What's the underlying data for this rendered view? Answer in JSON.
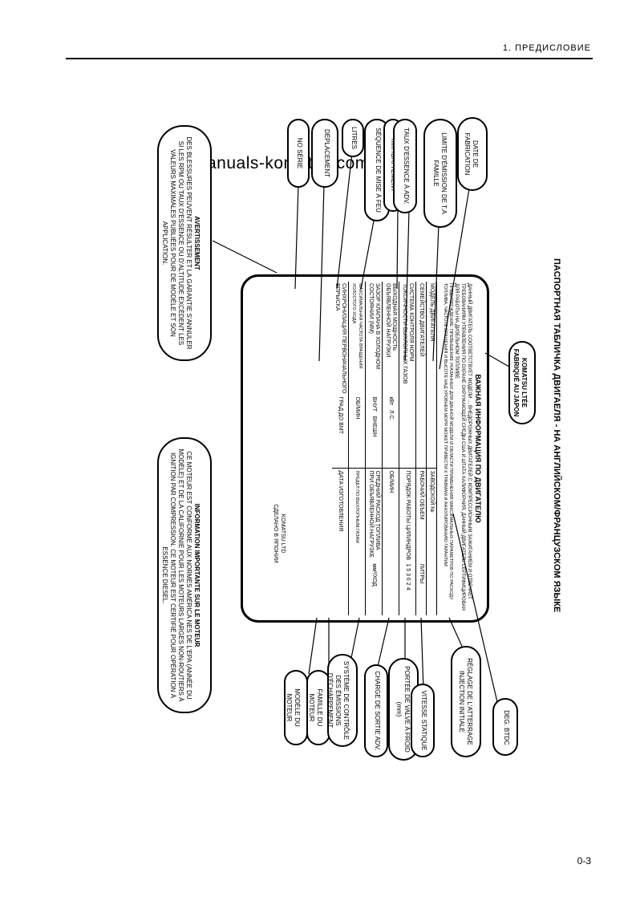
{
  "header": {
    "section_title": "1. ПРЕДИСЛОВИЕ"
  },
  "watermark": "manuals-komatsu.com",
  "page_number": "0-3",
  "caption": "ПАСПОРТНАЯ ТАБЛИЧКА ДВИГАЕЛЯ - НА АНГЛИЙСКОМ/ФРАНЦУЗСКОМ ЯЗЫКЕ",
  "info_bubble": {
    "title": "INFORMATION IMPORTANTE SUR LE MOTEUR",
    "text": "CE MOTEUR EST CONFORME AUX NORMES AMÉRICA NES DE L'EPA (ANNÉE DU MODÈLE) ET DE LA CALIFORNIE POUR LES MOTEURS LARGES NON-ROUTIERS À IGNITION PAR COMPRESSION. CE MOTEUR EST CERTIFIÉ POUR OPÉRATION À ESSENCE DIESEL."
  },
  "warning_bubble": {
    "title": "AVERTISSEMENT",
    "text": "DES BLESSURES PEUVENT RÉSULTER ET LA GARANTIE S'ANNULER SI LES RPM OU TAUX D'ESSENCE OU D'ALTITUDE EXCÈDENT LES VALEURS MAXIMALES PUBLIÉES POUR DE MODÈLE ET SON APPLICATION."
  },
  "plate": {
    "title": "ВАЖНАЯ ИНФОРМАЦИЯ ПО ДВИГАТЕЛЮ",
    "intro": "ДАННЫЙ ДВИГАТЕЛЬ СООТВЕТСТВУЕТ МОДЕЛИ ... ВНЕДОРОЖНЫХ ДВИГАТЕЛЕЙ С КОМПРЕССИОННЫМ ЗАЖИГАНИЕМ И ОТВЕЧАЕТ ТРЕБОВАНИЯМ УПРАВЛЕНИЯ ПО ОХРАНЕ ОКРУЖАЮЩЕЙ СРЕДЫ США И ШТАТА КАЛИФОРНИЯ. ДАННЫЙ ДВИГАТЕЛЬ СЕРТИФИЦИРОВАН ДЛЯ РАБОТЫ НА ДИЗЕЛЬНОМ ТОПЛИВЕ",
    "warning": "ПРЕДУПРЕЖДЕНИЕ: ПРЕВЫШЕНИЕ УКАЗАННЫХ ДЛЯ ДАННОЙ МОДЕЛИ И ОБЛАСТИ ПРИМЕНЕНИЯ МАКСИМАЛЬНЫХ ПАРАМЕТРОВ ПО РАСХОДУ ТОПЛИВА, ЧАСТОТЕ ВРАЩЕНИЯ И ВЫСОТЕ НАД УРОВНЕМ МОРЯ МОЖЕТ ПРИВЕСТИ К ТРАВМАМ И АННУЛИРОВАНИЮ ГАРАНТИИ",
    "rows": [
      {
        "left": "МОДЕЛЬ ДВИГАТЕЛЯ",
        "right": "ЗАВОДСКОЙ №"
      },
      {
        "left": "СЕМЕЙСТВО ДВИГАТЕЛЕЙ",
        "right": "РАБОЧИЙ ОБЪЕМ",
        "unit": "ЛИТРЫ"
      },
      {
        "left": "СИСТЕМА КОНТРОЛЯ НОРМ ТОКСИЧНОСТИ ВЫХЛОПНЫХ ГАЗОВ",
        "right": "ПОРЯДОК РАБОТЫ ЦИЛИНДРОВ",
        "unit": "1 5 3 6 2 4"
      },
      {
        "left": "ВЫХОДНАЯ МОЩНОСТЬ ОБЪЯВЛЕННОЙ НАГРУЗКИ",
        "mid": "кВт",
        "mid2": "Л.С.",
        "right": "ОБ/МИН"
      },
      {
        "left": "ЗАЗОР КЛАПАНА В ХОЛОДНОМ СОСТОЯНИИ (ММ)",
        "mid": "ВНУТ",
        "mid2": "ВНЕШН",
        "right": "СРЕДНИЙ РАСХОД ТОПЛИВА ПРИ ОБЪЯВЛЕННОЙ НАГРУЗКЕ",
        "unit": "мм³/ХОД"
      },
      {
        "left": "МАКСИМАЛЬНАЯ ЧАСТОТА ВРАЩЕНИЯ ХОЛОСТОГО ХОДА",
        "mid": "ОБ/МИН",
        "right": "ПРЕДЕЛ ПО ВЫХЛОПНЫМ ГАЗАМ"
      },
      {
        "left": "СИНХРОНИЗАЦИЯ ПЕРВОНАЧАЛЬНОГО ВПРЫСКА",
        "mid": "ГРАД ДО ВМТ",
        "right": "ДАТА ИЗГОТОВЛЕНИЯ"
      }
    ],
    "maker": "KOMATSU LTD",
    "made_in": "СДЕЛАНО В ЯПОНИИ"
  },
  "top_bubbles": [
    "NO SÉRIE",
    "DÉPLACEMENT",
    "LITRES",
    "SÉQUENCE DE MISE À FEU",
    "mm³/BATTEMENT",
    "TAUX D'ESSENCE À ADV.",
    "LIMITE D'ÉMISSION DE T.A FAMILLE",
    "DATE DE FABRICATION"
  ],
  "bottom_bubbles": [
    "MODÈLE DU MOTEUR",
    "FAMILLE DU MOTEUR",
    "SYSTÈME DE CONTRÔLE DES ÉMISSIONS D'ÉCHAPPEMENT",
    "CHARGE DE SORTIE ADV.",
    "PORTÉE DE VALVE À FROID (mm)",
    "VITESSE STATIQUE",
    "RÉGLAGE DE L'ATTERRAGE INJECTION INITIALE",
    "DEG. BTDC"
  ],
  "made_in_japan_bubble": "KOMATSU LTÉE FABRIQUÉ AU JAPON"
}
